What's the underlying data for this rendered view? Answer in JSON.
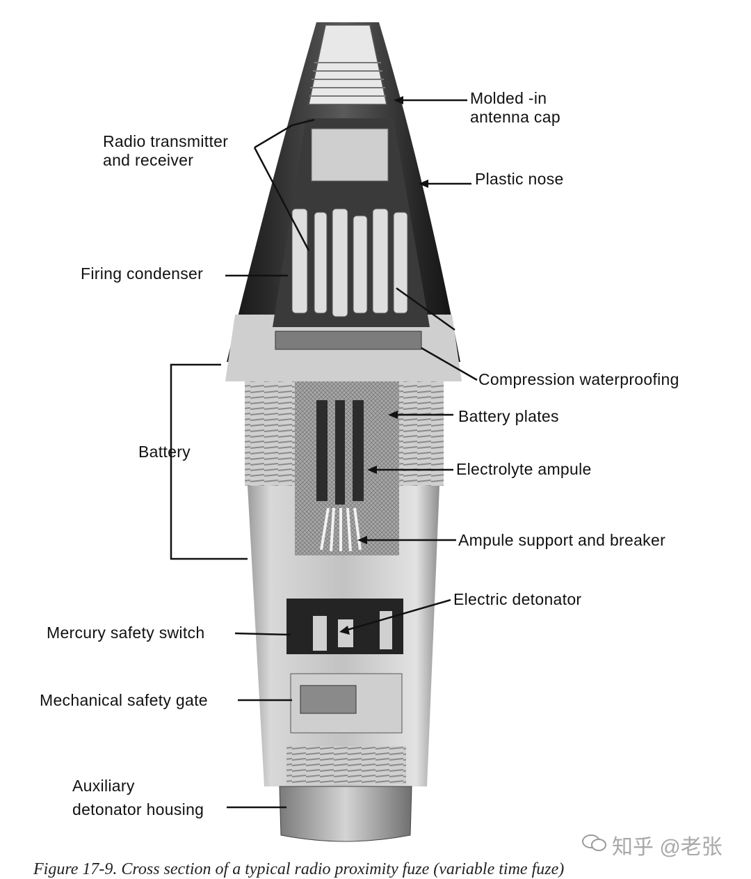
{
  "labels": {
    "molded_in_antenna_cap": "Molded -in\nantenna cap",
    "radio_transmitter_receiver": "Radio transmitter\nand receiver",
    "plastic_nose": "Plastic nose",
    "firing_condenser": "Firing condenser",
    "compression_waterproofing": "Compression waterproofing",
    "battery_plates": "Battery plates",
    "battery": "Battery",
    "electrolyte_ampule": "Electrolyte ampule",
    "ampule_support_breaker": "Ampule support and breaker",
    "electric_detonator": "Electric detonator",
    "mercury_safety_switch": "Mercury safety switch",
    "mechanical_safety_gate": "Mechanical safety gate",
    "auxiliary_detonator_housing": "Auxiliary\ndetonator housing"
  },
  "caption": "Figure 17-9.  Cross section of a typical radio proximity fuze (variable time fuze)",
  "watermark": "知乎 @老张",
  "colors": {
    "ink": "#111111",
    "shell_dark": "#1e1e1e",
    "shell_light": "#cfcfcf",
    "body_metal": "#bdbdbd",
    "background": "#ffffff"
  }
}
